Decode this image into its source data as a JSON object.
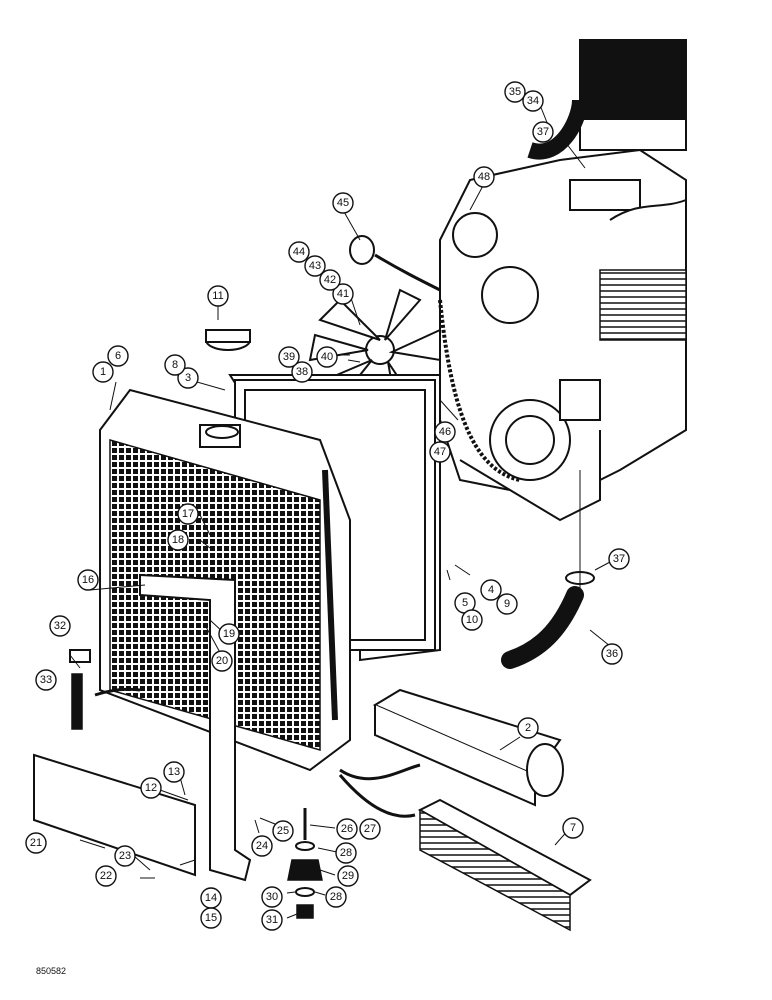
{
  "drawing_id": "850582",
  "callouts": [
    "1",
    "2",
    "3",
    "4",
    "5",
    "6",
    "7",
    "8",
    "9",
    "10",
    "11",
    "12",
    "13",
    "14",
    "15",
    "16",
    "17",
    "18",
    "19",
    "20",
    "21",
    "22",
    "23",
    "24",
    "25",
    "26",
    "27",
    "28",
    "28",
    "29",
    "30",
    "31",
    "32",
    "33",
    "34",
    "35",
    "36",
    "37",
    "37",
    "38",
    "39",
    "40",
    "41",
    "42",
    "43",
    "44",
    "45",
    "46",
    "47",
    "48"
  ]
}
